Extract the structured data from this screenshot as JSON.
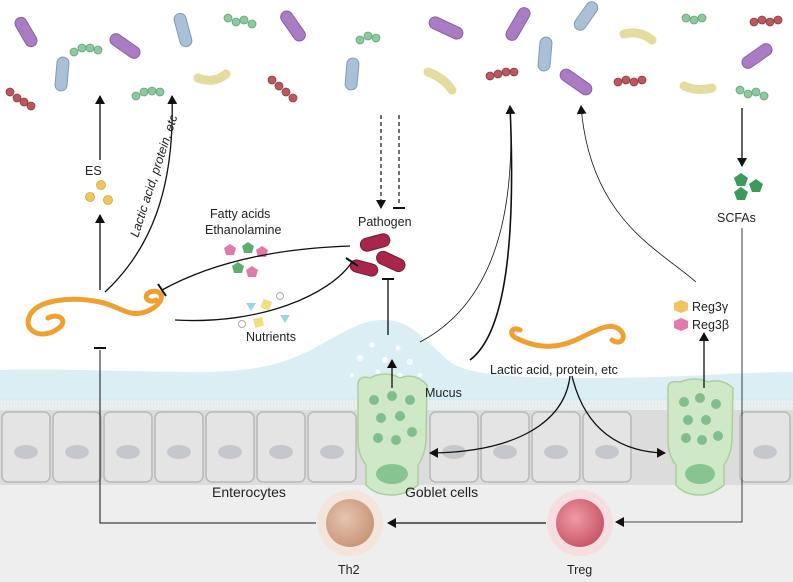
{
  "labels": {
    "es": "ES",
    "lactic_rotated": "Lactic acid, protein, etc",
    "fatty_acids": "Fatty acids",
    "ethanolamine": "Ethanolamine",
    "pathogen": "Pathogen",
    "nutrients": "Nutrients",
    "scfas": "SCFAs",
    "reg3g": "Reg3γ",
    "reg3b": "Reg3β",
    "lactic_center": "Lactic acid, protein, etc",
    "mucus": "Mucus",
    "enterocytes": "Enterocytes",
    "goblet_cells": "Goblet cells",
    "th2": "Th2",
    "treg": "Treg"
  },
  "colors": {
    "purple_bacteria": "#a97cc4",
    "blue_bacteria": "#a9c0d6",
    "yellow_bacteria": "#e4dc9f",
    "green_chain": "#8fc7a0",
    "red_chain": "#b9595e",
    "pathogen": "#a8264a",
    "worm": "#f0a030",
    "goblet": "#cfe8c6",
    "mucus": "#d3ebf2",
    "th2": "#d5ad96",
    "treg": "#e07f8c"
  }
}
